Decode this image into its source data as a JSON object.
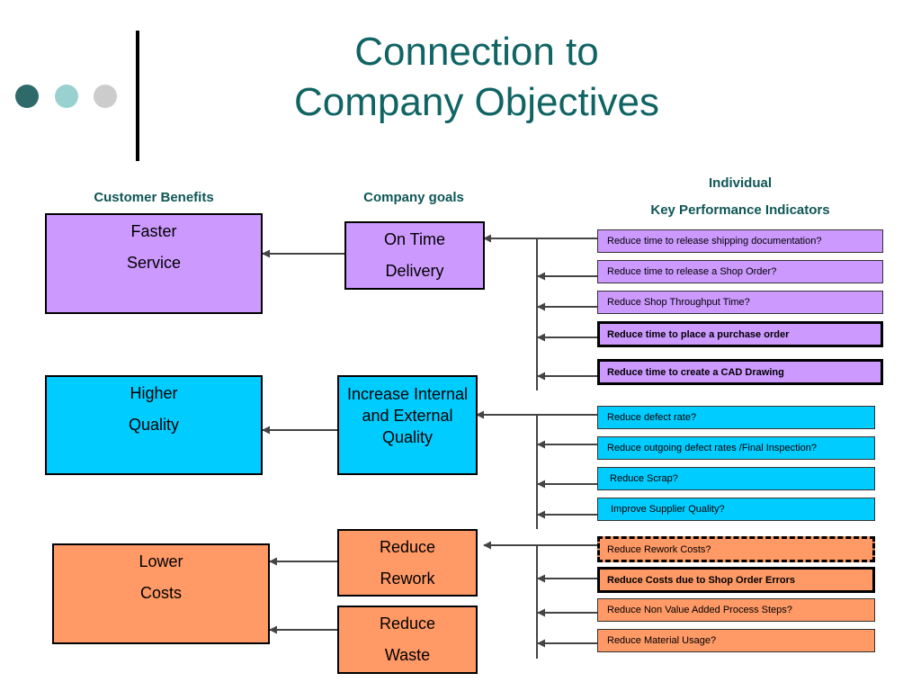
{
  "slide": {
    "title_line1": "Connection to",
    "title_line2": "Company Objectives"
  },
  "colors": {
    "title": "#116464",
    "dot_dark": "#2f6a6a",
    "dot_mid": "#99d0d0",
    "dot_light": "#cccccc",
    "purple": "#cc99ff",
    "cyan": "#00ccff",
    "orange": "#ff9966"
  },
  "headers": {
    "customer_benefits": "Customer Benefits",
    "company_goals": "Company goals",
    "kpi_line1": "Individual",
    "kpi_line2": "Key Performance Indicators"
  },
  "benefits": [
    {
      "line1": "Faster",
      "line2": "Service"
    },
    {
      "line1": "Higher",
      "line2": "Quality"
    },
    {
      "line1": "Lower",
      "line2": "Costs"
    }
  ],
  "goals": [
    {
      "line1": "On Time",
      "line2": "Delivery"
    },
    {
      "line1": "Increase Internal and External Quality"
    },
    {
      "line1": "Reduce",
      "line2": "Rework"
    },
    {
      "line1": "Reduce",
      "line2": "Waste"
    }
  ],
  "kpis": [
    "Reduce time to release shipping documentation?",
    "Reduce time to release a Shop Order?",
    "Reduce Shop Throughput Time?",
    "Reduce time to place a purchase order",
    "Reduce time to create a CAD Drawing",
    "Reduce defect rate?",
    "Reduce outgoing defect rates /Final Inspection?",
    " Reduce Scrap?",
    "Improve Supplier Quality?",
    "Reduce Rework Costs?",
    "Reduce Costs due to Shop Order Errors",
    "Reduce Non Value Added Process Steps?",
    "Reduce Material Usage?"
  ]
}
